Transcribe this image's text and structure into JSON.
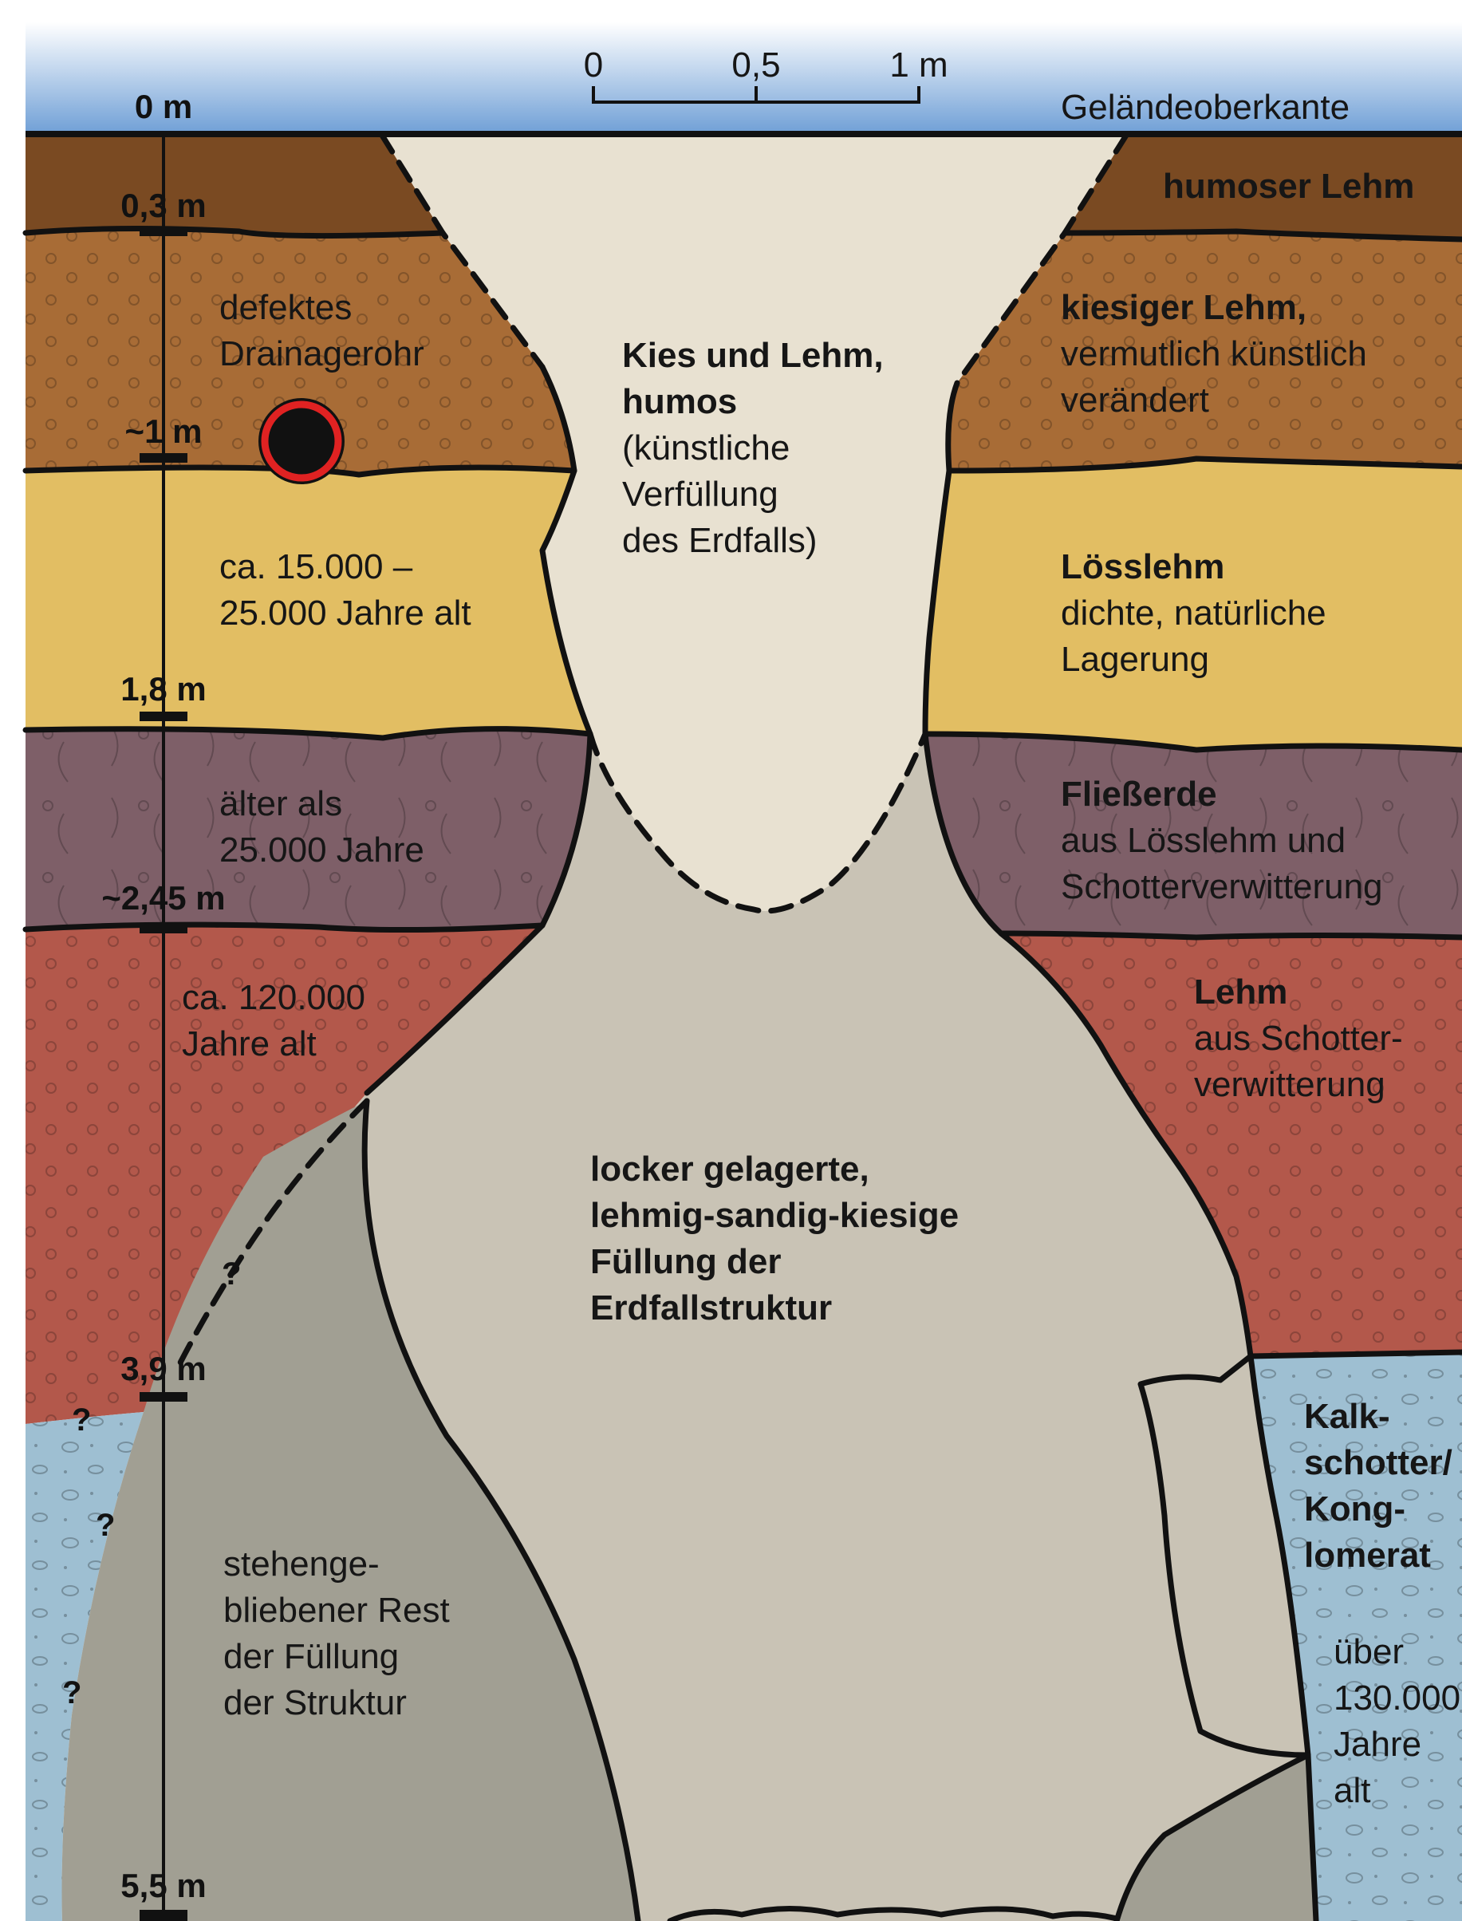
{
  "scale_bar": {
    "t0": "0",
    "t1": "0,5",
    "t2": "1 m"
  },
  "surface_label": "Geländeoberkante",
  "depths": {
    "d0": "0 m",
    "d1": "0,3 m",
    "d2": "~1 m",
    "d3": "1,8 m",
    "d4": "~2,45 m",
    "d5": "3,9 m",
    "d6": "5,5 m"
  },
  "question_mark": "?",
  "left": {
    "drain_1": "defektes",
    "drain_2": "Drainagerohr",
    "loess_1": "ca. 15.000 –",
    "loess_2": "25.000 Jahre alt",
    "solif_1": "älter als",
    "solif_2": "25.000 Jahre",
    "lehm_1": "ca. 120.000",
    "lehm_2": "Jahre alt",
    "rest_1": "stehenge-",
    "rest_2": "bliebener Rest",
    "rest_3": "der Füllung",
    "rest_4": "der Struktur"
  },
  "center": {
    "fill_1": "Kies und Lehm,",
    "fill_2": "humos",
    "fill_3": "(künstliche",
    "fill_4": "Verfüllung",
    "fill_5": "des Erdfalls)",
    "main_1": "locker gelagerte,",
    "main_2": "lehmig-sandig-kiesige",
    "main_3": "Füllung der",
    "main_4": "Erdfallstruktur"
  },
  "right": {
    "humus": "humoser Lehm",
    "kies_1": "kiesiger Lehm,",
    "kies_2": "vermutlich künstlich",
    "kies_3": "verändert",
    "loess_1": "Lösslehm",
    "loess_2": "dichte, natürliche",
    "loess_3": "Lagerung",
    "fliess_1": "Fließerde",
    "fliess_2": "aus Lösslehm und",
    "fliess_3": "Schotterverwitterung",
    "lehm_1": "Lehm",
    "lehm_2": "aus Schotter-",
    "lehm_3": "verwitterung",
    "kalk_1": "Kalk-",
    "kalk_2": "schotter/",
    "kalk_3": "Kong-",
    "kalk_4": "lomerat",
    "age_1": "über",
    "age_2": "130.000",
    "age_3": "Jahre",
    "age_4": "alt"
  },
  "colors": {
    "sky_top": "#ffffff",
    "sky_bottom": "#6f9fd6",
    "humus": "#7a4a22",
    "kiesig": "#a86c36",
    "loess": "#e2be63",
    "fliesserde": "#7e5f68",
    "lehm": "#b3584b",
    "kalk": "#9ebfd2",
    "kalk_dark": "#7f9caf",
    "fill_light": "#e8e1d1",
    "fill_main": "#c9c3b5",
    "rest": "#a19f93",
    "drain_ring": "#e02222"
  }
}
